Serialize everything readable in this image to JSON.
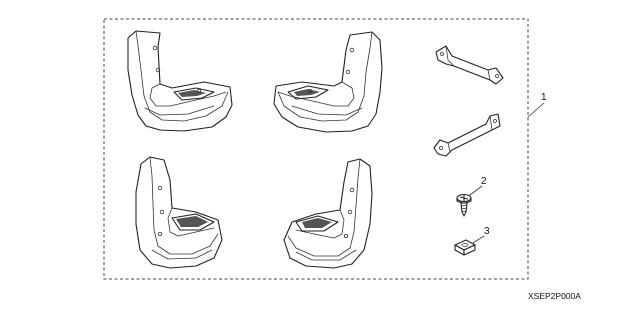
{
  "diagram": {
    "code": "XSEP2P000A",
    "callouts": [
      {
        "id": "1",
        "part": "kit-assembly"
      },
      {
        "id": "2",
        "part": "screw"
      },
      {
        "id": "3",
        "part": "clip-nut"
      }
    ]
  }
}
